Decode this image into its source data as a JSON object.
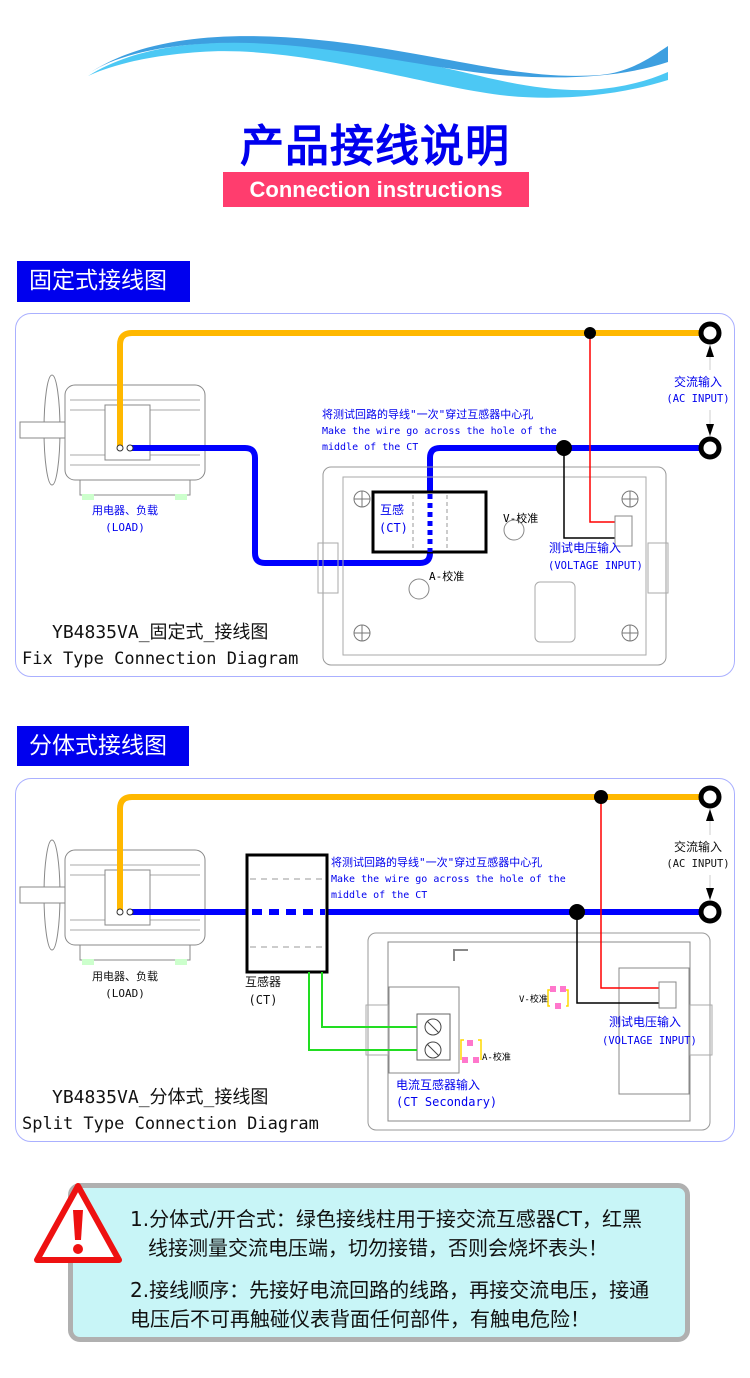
{
  "header": {
    "title": "产品接线说明",
    "subtitle": "Connection instructions",
    "wave_colors": [
      "#3d9fe0",
      "#4cc8f4"
    ]
  },
  "fixed": {
    "section_title": "固定式接线图",
    "ac_input_cn": "交流输入",
    "ac_input_en": "(AC INPUT)",
    "note_cn": "将测试回路的导线\"一次\"穿过互感器中心孔",
    "note_en1": "Make the wire go across the hole of the",
    "note_en2": "middle of the CT",
    "ct_cn": "互感",
    "ct_en": "(CT)",
    "v_cal": "V-校准",
    "a_cal": "A-校准",
    "voltage_cn": "测试电压输入",
    "voltage_en": "(VOLTAGE INPUT)",
    "load_cn": "用电器、负载",
    "load_en": "(LOAD)",
    "diagram_cn": "YB4835VA_固定式_接线图",
    "diagram_en": "Fix Type Connection Diagram"
  },
  "split": {
    "section_title": "分体式接线图",
    "ac_input_cn": "交流输入",
    "ac_input_en": "(AC INPUT)",
    "note_cn": "将测试回路的导线\"一次\"穿过互感器中心孔",
    "note_en1": "Make the wire go across the hole of the",
    "note_en2": "middle of the CT",
    "ct_cn": "互感器",
    "ct_en": "(CT)",
    "v_cal": "V-校准",
    "a_cal": "A-校准",
    "ct_input_cn": "电流互感器输入",
    "ct_input_en": "(CT Secondary)",
    "voltage_cn": "测试电压输入",
    "voltage_en": "(VOLTAGE INPUT)",
    "load_cn": "用电器、负载",
    "load_en": "(LOAD)",
    "diagram_cn": "YB4835VA_分体式_接线图",
    "diagram_en": "Split Type Connection Diagram"
  },
  "warning": {
    "icon": "warning-triangle-icon",
    "line1": "1.分体式/开合式：绿色接线柱用于接交流互感器CT，红黑",
    "line2": "线接测量交流电压端，切勿接错，否则会烧坏表头！",
    "line3": "2.接线顺序：先接好电流回路的线路，再接交流电压，接通",
    "line4": "电压后不可再触碰仪表背面任何部件，有触电危险！"
  },
  "colors": {
    "live_wire": "#ffb800",
    "neutral_wire": "#0000ff",
    "red_wire": "#ff0000",
    "green_wire": "#22dd22",
    "accent_blue": "#0000ee",
    "accent_pink": "#ff3d6e"
  }
}
